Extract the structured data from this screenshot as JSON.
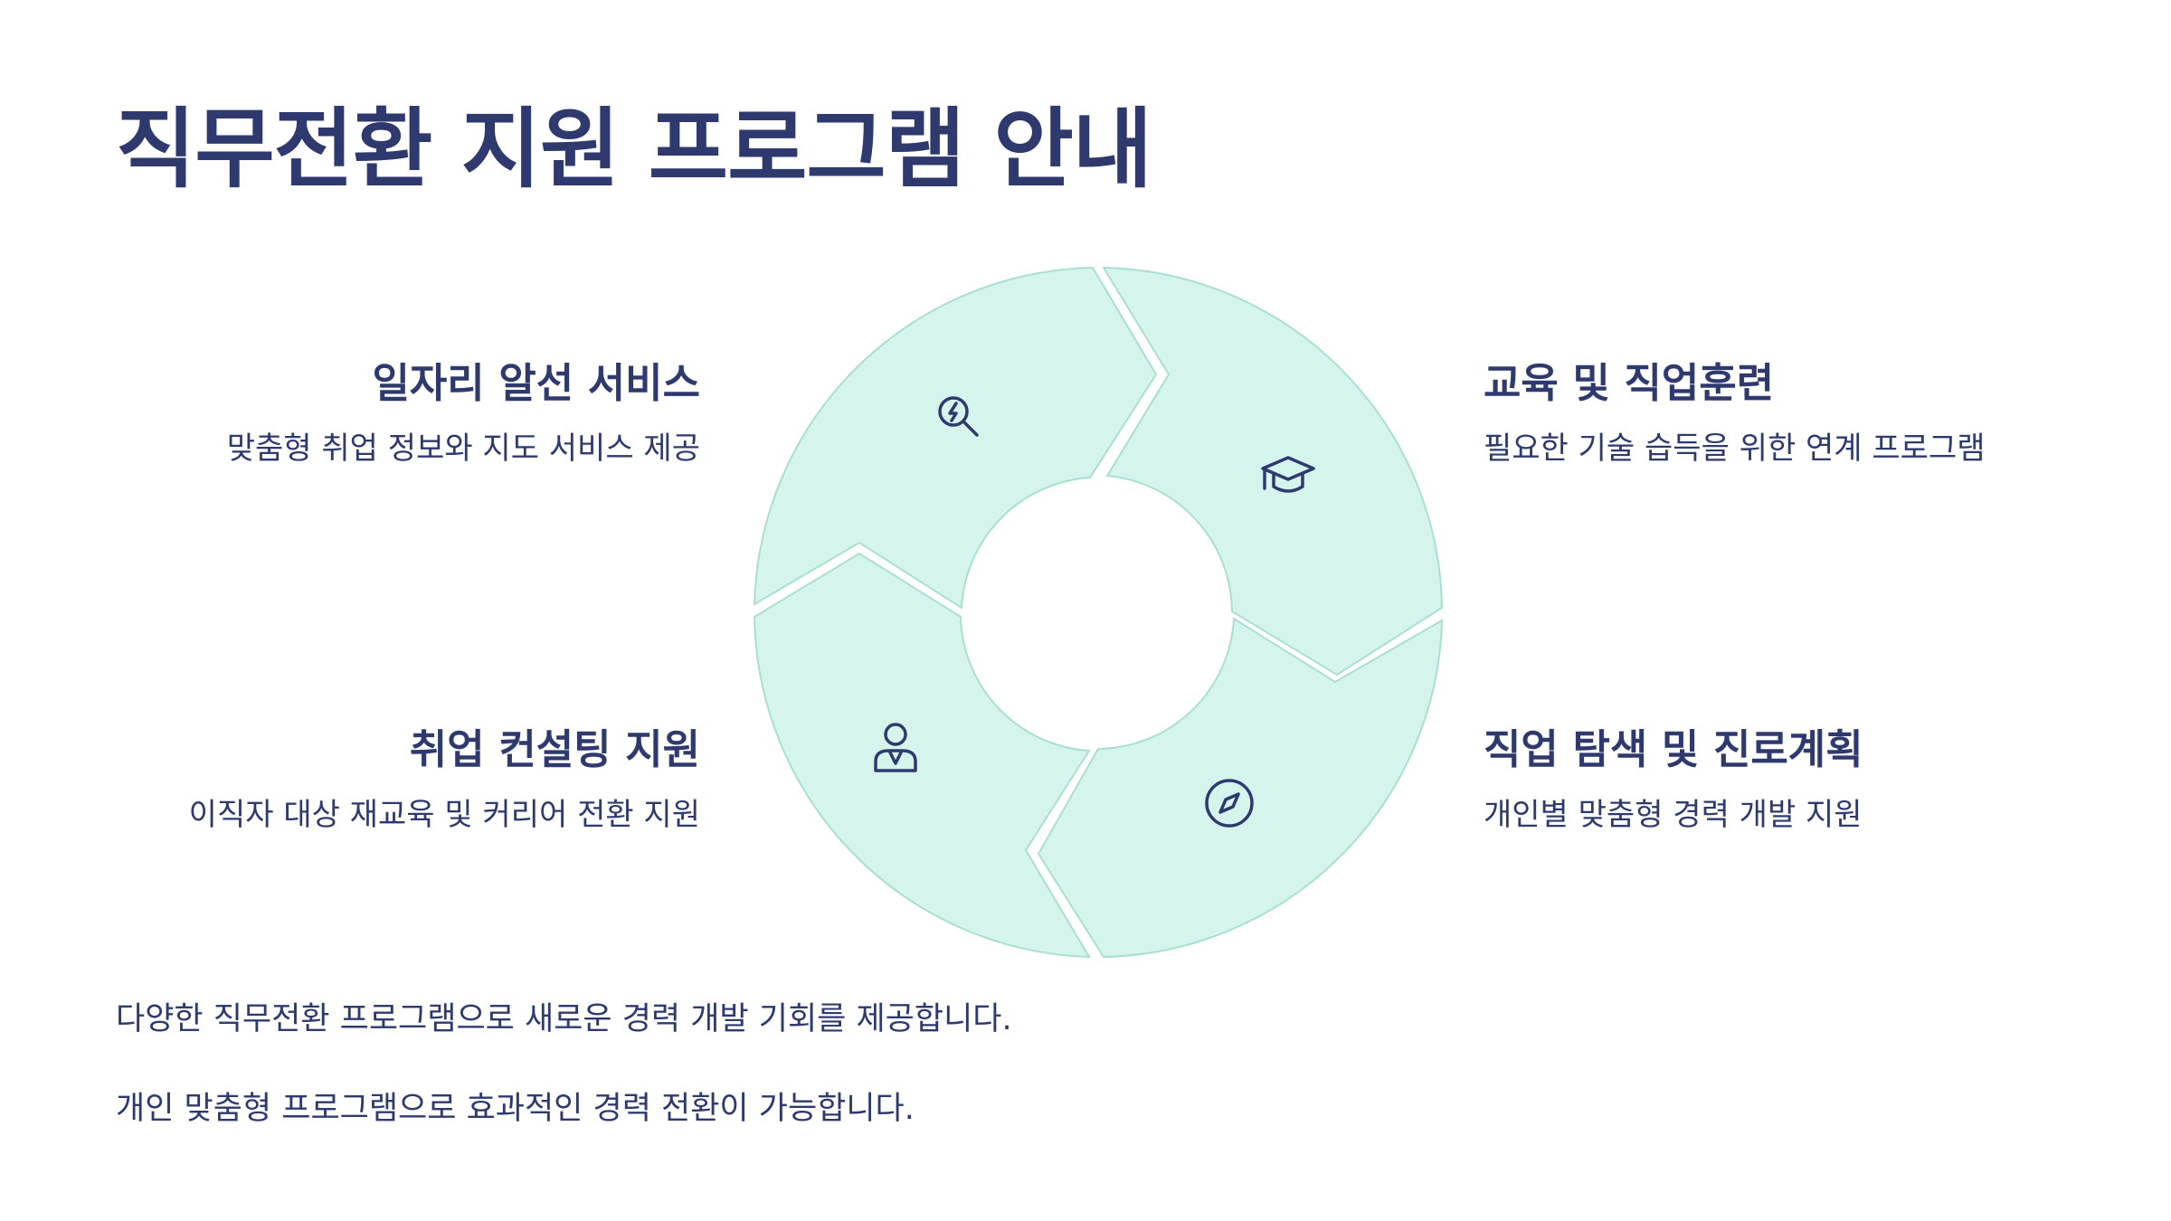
{
  "title": "직무전환 지원 프로그램 안내",
  "steps": [
    {
      "heading": "일자리 알선 서비스",
      "desc": "맞춤형 취업 정보와 지도 서비스 제공",
      "icon": "search-lightning-icon"
    },
    {
      "heading": "교육 및 직업훈련",
      "desc": "필요한 기술 습득을 위한 연계 프로그램",
      "icon": "graduation-cap-icon"
    },
    {
      "heading": "직업 탐색 및 진로계획",
      "desc": "개인별 맞춤형 경력 개발 지원",
      "icon": "compass-icon"
    },
    {
      "heading": "취업 컨설팅 지원",
      "desc": "이직자 대상 재교육 및 커리어 전환 지원",
      "icon": "consultant-icon"
    }
  ],
  "footer": [
    "다양한 직무전환 프로그램으로 새로운 경력 개발 기회를 제공합니다.",
    "개인 맞춤형 프로그램으로 효과적인 경력 전환이 가능합니다."
  ],
  "colors": {
    "text": "#2e3a6e",
    "segment_fill": "#d5f4ec",
    "segment_stroke": "#a9dfd0"
  }
}
